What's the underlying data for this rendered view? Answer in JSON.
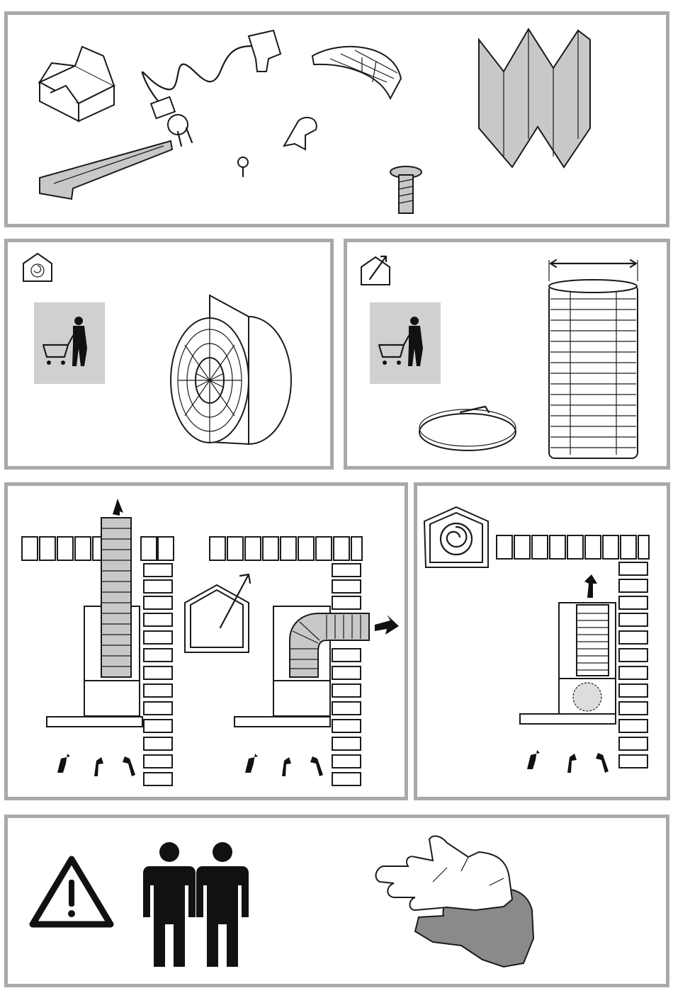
{
  "document": {
    "type": "installation-pictogram-sheet",
    "text_elements": []
  },
  "panels": {
    "contents": {
      "items": [
        "box-icon",
        "power-cord-icon",
        "grease-filter-icon",
        "pleated-filter-icon",
        "bracket-icon",
        "small-screw-icon",
        "clip-icon",
        "bolt-icon"
      ]
    },
    "recirculation_accessory": {
      "icons": [
        "recirculation-house-icon",
        "buy-separately-icon",
        "charcoal-filter-icon"
      ]
    },
    "extraction_accessory": {
      "icons": [
        "extraction-house-icon",
        "buy-separately-icon",
        "hose-clamp-icon",
        "flexible-duct-icon",
        "diameter-arrow-icon"
      ]
    },
    "extraction_mode": {
      "icons": [
        "extraction-house-icon",
        "vertical-duct-diagram",
        "elbow-duct-diagram"
      ]
    },
    "recirculation_mode": {
      "icons": [
        "recirculation-house-icon",
        "recirculation-diagram"
      ]
    },
    "safety": {
      "icons": [
        "warning-triangle-icon",
        "two-persons-icon",
        "gloves-icon"
      ]
    }
  },
  "colors": {
    "panel_border": "#a9a9a9",
    "line": "#1a1a1a",
    "shade": "#c8c8c8",
    "store_box": "#d0d0d0"
  }
}
